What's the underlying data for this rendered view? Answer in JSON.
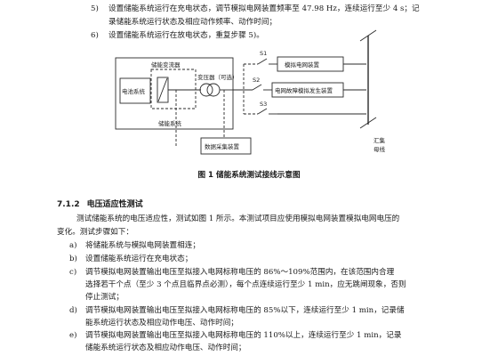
{
  "top_items": [
    {
      "num": "5)",
      "lines": [
        "设置储能系统运行在充电状态，调节模拟电网装置频率至 47.98 Hz，连续运行至少 4 s；记",
        "录储能系统运行状态及相应动作频率、动作时间；"
      ]
    },
    {
      "num": "6)",
      "lines": [
        "设置储能系统运行在放电状态，重复步骤 5)。"
      ]
    }
  ],
  "diagram": {
    "storage_converter": "储能变流器",
    "battery_system": "电池系统",
    "transformer": "变压器（可选）",
    "storage_system": "储能系统",
    "s1": "S1",
    "s2": "S2",
    "s3": "S3",
    "grid_simulator": "模拟电网装置",
    "grid_fault_simulator": "电网故障模拟发生装置",
    "data_acquisition": "数据采集装置",
    "busbar_1": "汇集",
    "busbar_2": "母线"
  },
  "figure_caption": "图 1   储能系统测试接线示意图",
  "section": {
    "number": "7.1.2",
    "title": "电压适应性测试"
  },
  "intro": [
    "测试储能系统的电压适应性，测试如图 1 所示。本测试项目应使用模拟电网装置模拟电网电压的",
    "变化。测试步骤如下："
  ],
  "steps": [
    {
      "num": "a)",
      "lines": [
        "将储能系统与模拟电网装置相连；"
      ]
    },
    {
      "num": "b)",
      "lines": [
        "设置储能系统运行在充电状态；"
      ]
    },
    {
      "num": "c)",
      "lines": [
        "调节模拟电网装置输出电压至拟接入电网标称电压的 86%～109%范围内，在该范围内合理",
        "选择若干个点（至少 3 个点且临界点必测），每个点连续运行至少 1 min，应无跳闸现象，否则",
        "停止测试；"
      ]
    },
    {
      "num": "d)",
      "lines": [
        "调节模拟电网装置输出电压至拟接入电网标称电压的 85%以下，连续运行至少 1 min，记录储",
        "能系统运行状态及相应动作电压、动作时间；"
      ]
    },
    {
      "num": "e)",
      "lines": [
        "调节模拟电网装置输出电压至拟接入电网标称电压的 110%以上，连续运行至少 1 min，记录",
        "储能系统运行状态及相应动作电压、动作时间；"
      ]
    }
  ]
}
